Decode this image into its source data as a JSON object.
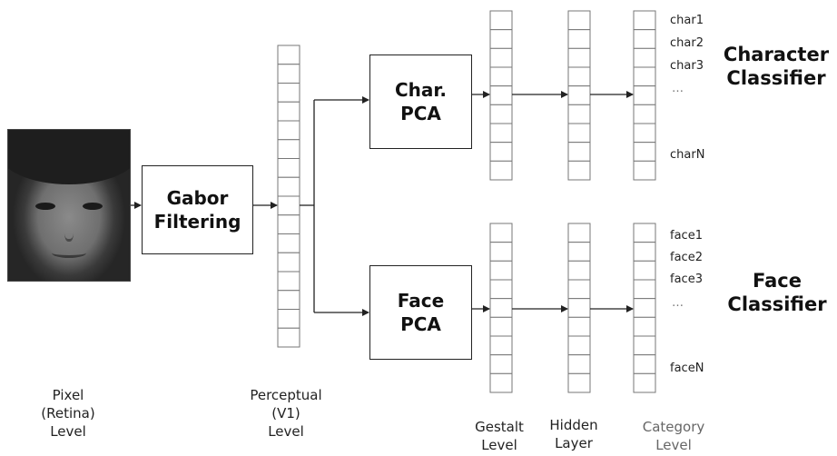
{
  "blocks": {
    "gabor": "Gabor\nFiltering",
    "char_pca": "Char.\nPCA",
    "face_pca": "Face\nPCA"
  },
  "classifiers": {
    "character": "Character\nClassifier",
    "face": "Face\nClassifier"
  },
  "outputs": {
    "char": [
      "char1",
      "char2",
      "char3",
      "…",
      "charN"
    ],
    "face": [
      "face1",
      "face2",
      "face3",
      "…",
      "faceN"
    ]
  },
  "levels": {
    "pixel": [
      "Pixel",
      "(Retina)",
      "Level"
    ],
    "perceptual": [
      "Perceptual",
      "(V1)",
      "Level"
    ],
    "gestalt": [
      "Gestalt",
      "Level"
    ],
    "hidden": [
      "Hidden",
      "Layer"
    ],
    "category": [
      "Category",
      "Level"
    ]
  },
  "colors": {
    "line": "#222222",
    "cell_border": "#777777",
    "category_label": "#666666"
  }
}
